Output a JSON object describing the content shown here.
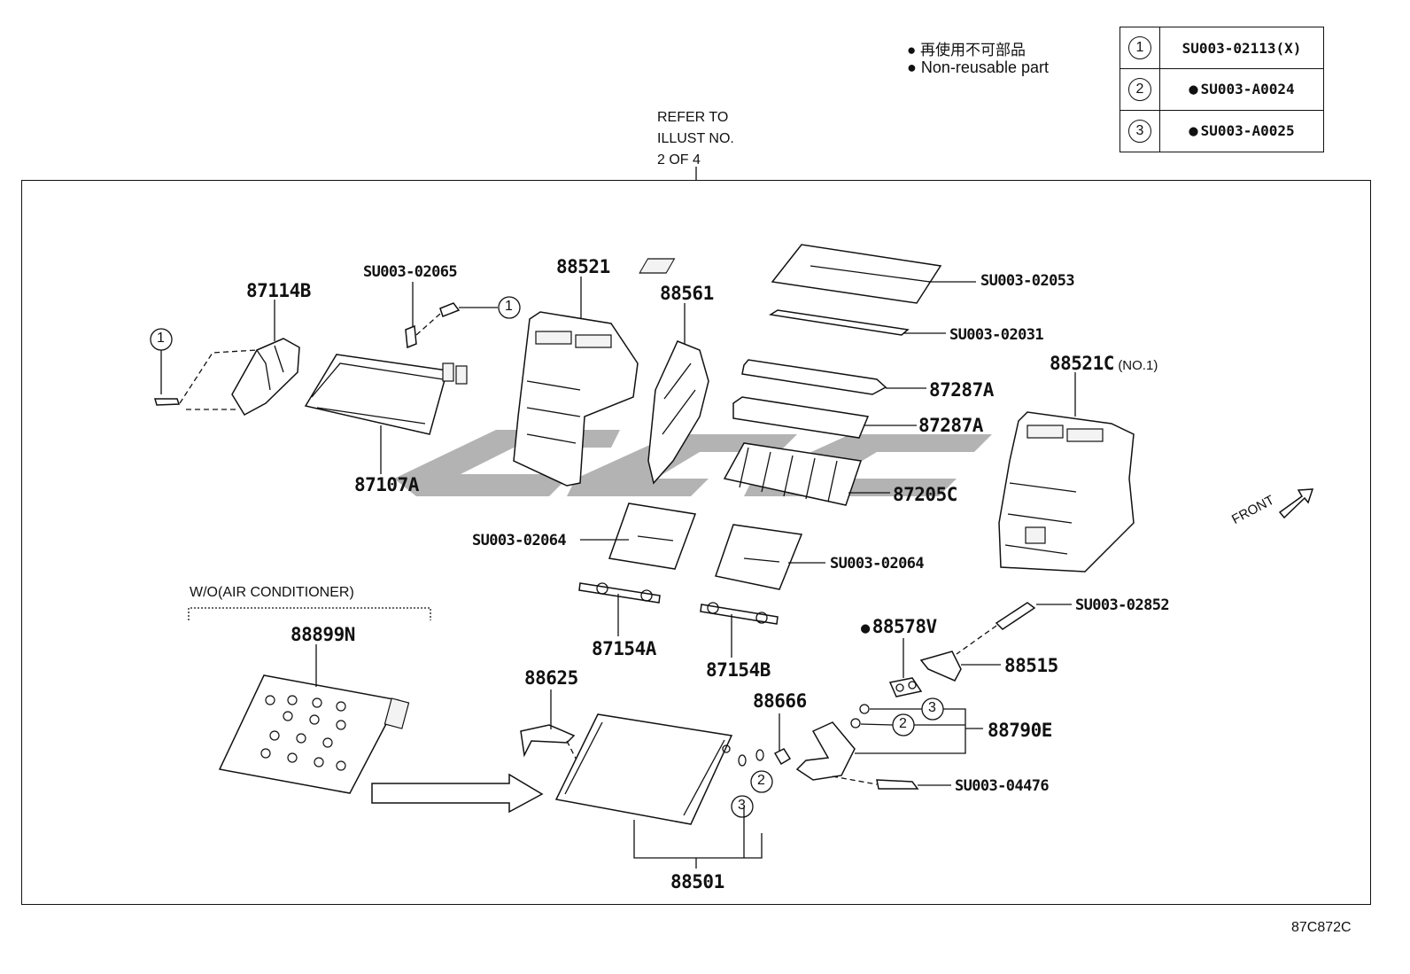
{
  "header": {
    "nonreusable_jp": "再使用不可部品",
    "nonreusable_en": "Non-reusable part"
  },
  "legend_table": [
    {
      "num": "1",
      "code": "SU003-02113(X)",
      "nonreusable": false
    },
    {
      "num": "2",
      "code": "SU003-A0024",
      "nonreusable": true
    },
    {
      "num": "3",
      "code": "SU003-A0025",
      "nonreusable": true
    }
  ],
  "refer": {
    "line1": "REFER TO",
    "line2": "ILLUST NO.",
    "line3": "2 OF 4"
  },
  "parts": {
    "p87114B": "87114B",
    "p87107A": "87107A",
    "su02065": "SU003-02065",
    "p88521": "88521",
    "p88561": "88561",
    "su02053": "SU003-02053",
    "su02031": "SU003-02031",
    "p87287A_1": "87287A",
    "p87287A_2": "87287A",
    "p87205C": "87205C",
    "p88521C": "88521C",
    "p88521C_note": "(NO.1)",
    "su02064_left": "SU003-02064",
    "su02064_right": "SU003-02064",
    "p87154A": "87154A",
    "p87154B": "87154B",
    "su02852": "SU003-02852",
    "p88578V": "88578V",
    "p88515": "88515",
    "p88899N": "88899N",
    "wo_ac": "W/O(AIR CONDITIONER)",
    "p88625": "88625",
    "p88666": "88666",
    "p88790E": "88790E",
    "su04476": "SU003-04476",
    "p88501": "88501",
    "front": "FRONT"
  },
  "callouts": {
    "c1": "1",
    "c2": "2",
    "c3": "3"
  },
  "figure_id": "87C872C"
}
